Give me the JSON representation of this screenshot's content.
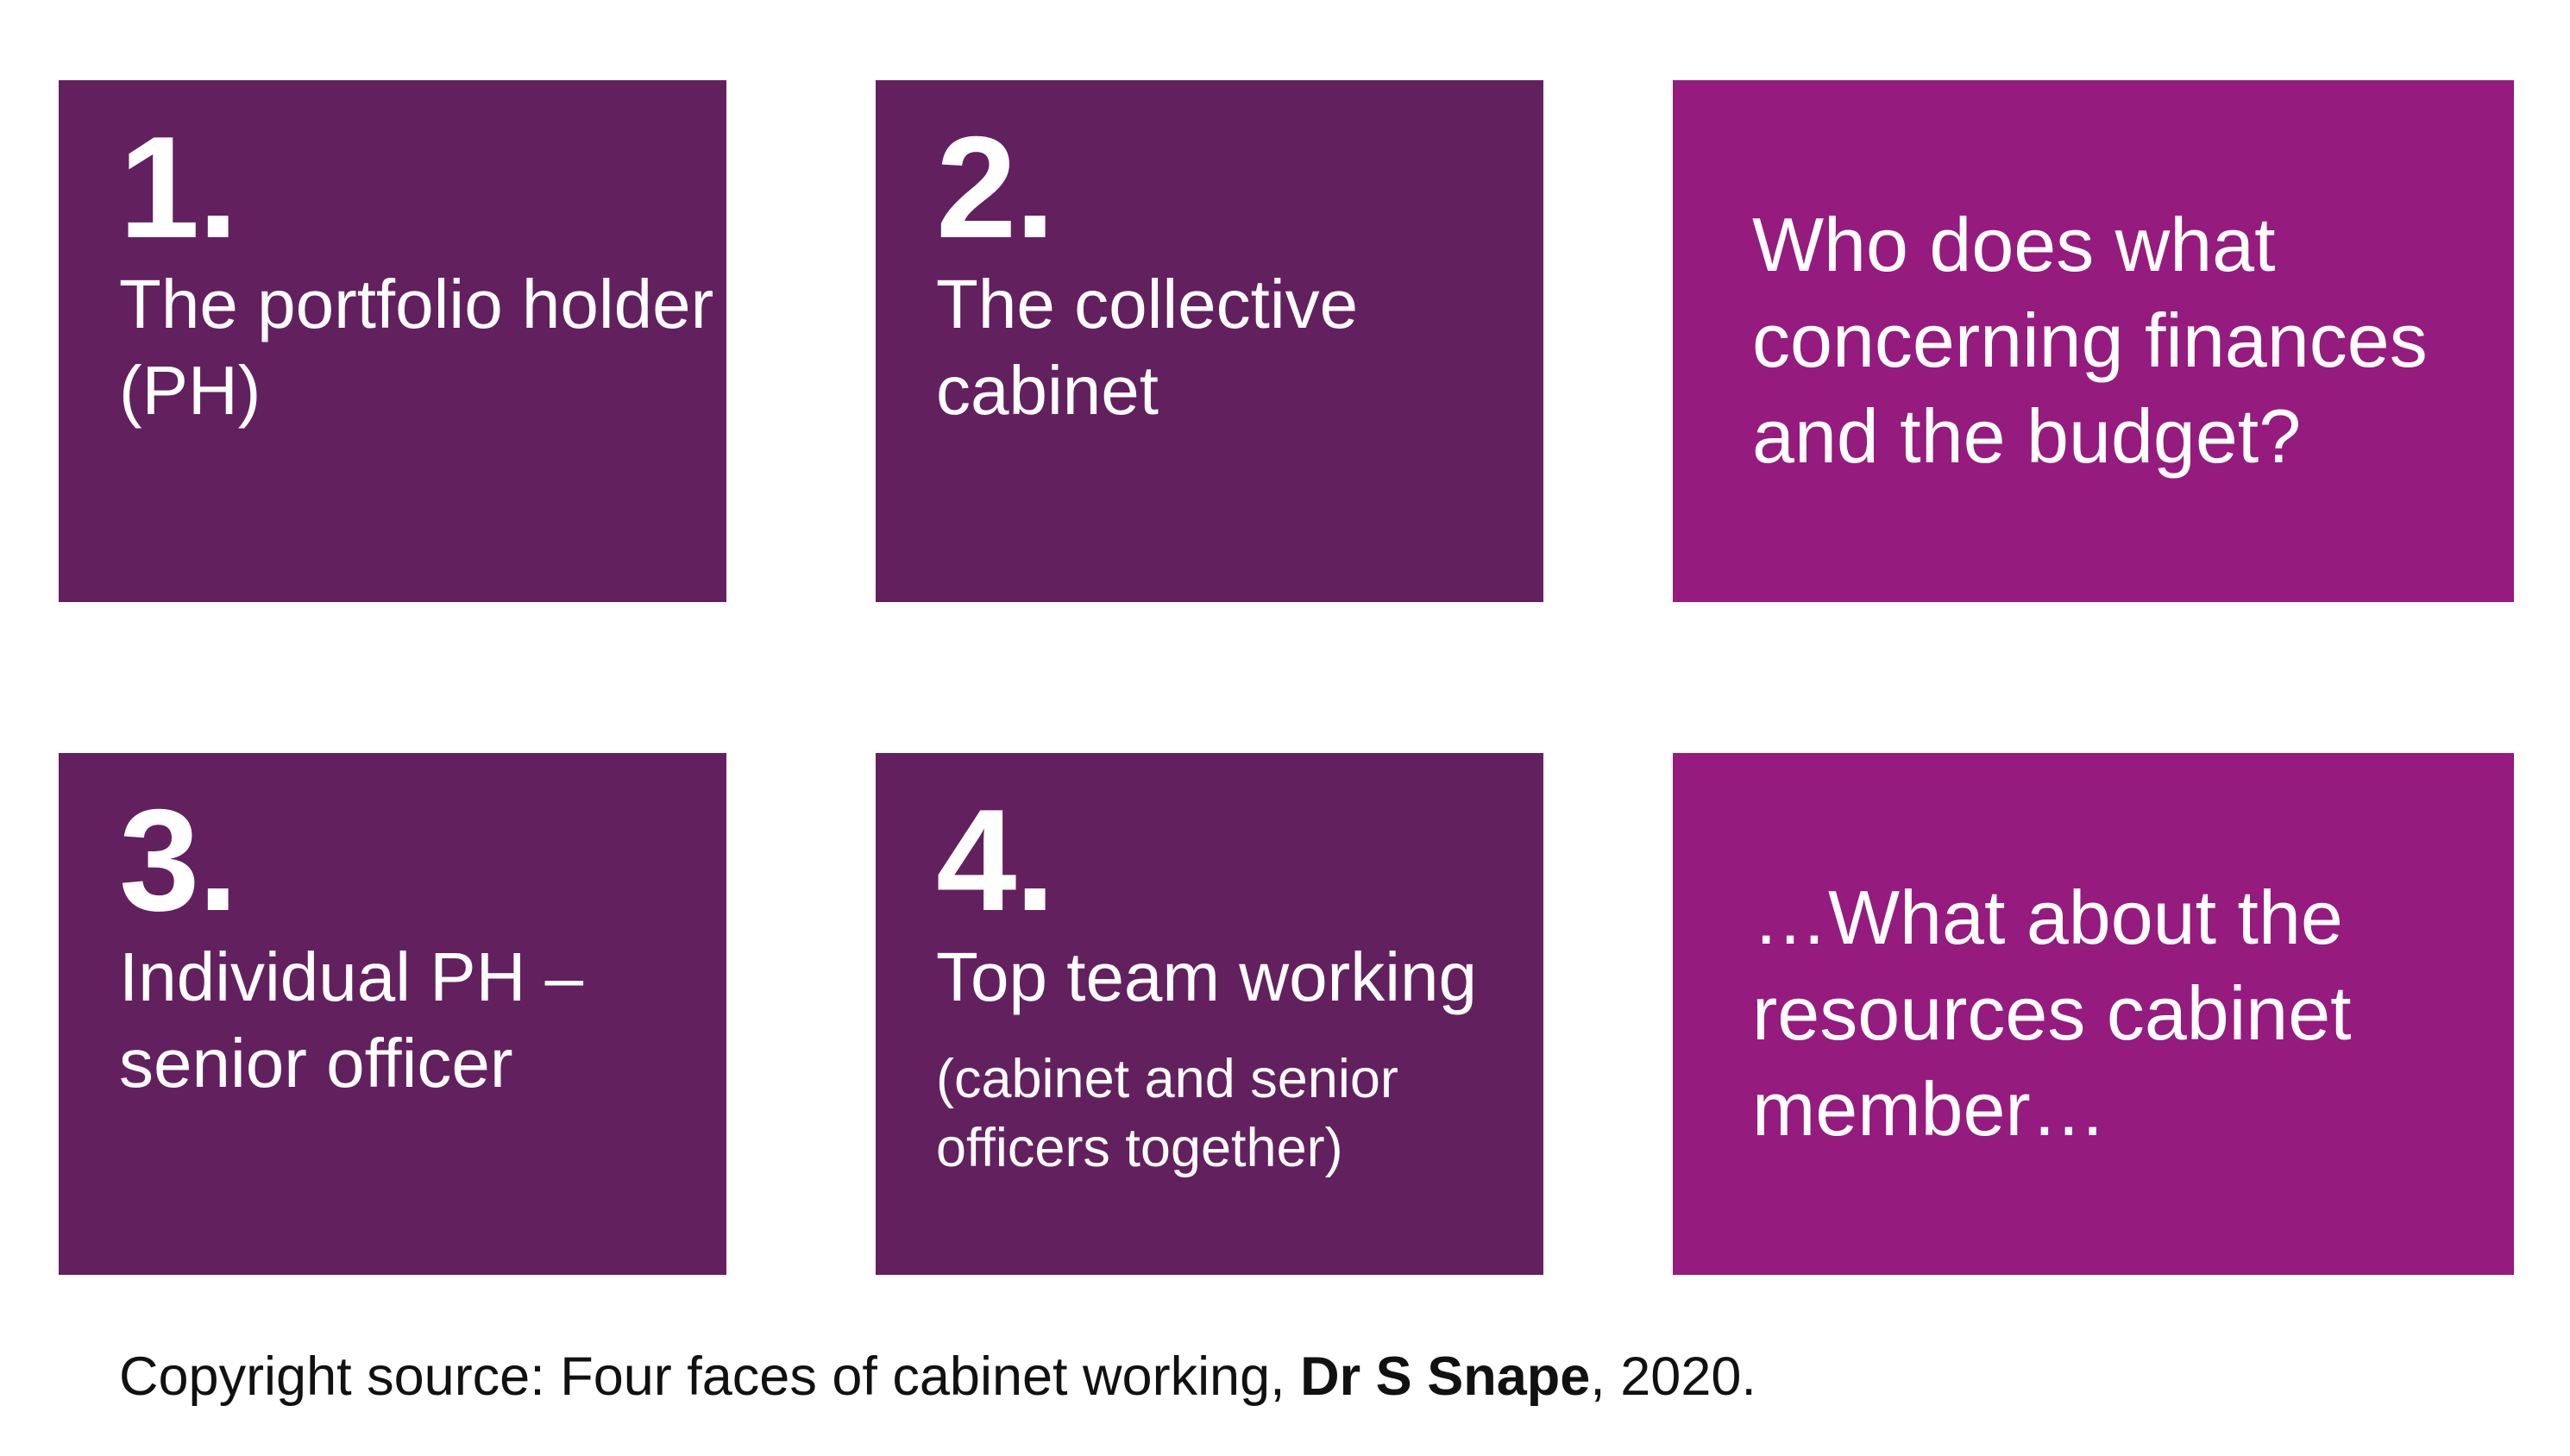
{
  "tiles": [
    {
      "number": "1.",
      "label": "The portfolio holder (PH)"
    },
    {
      "number": "2.",
      "label": "The collective cabinet"
    },
    {
      "question": "Who does what concerning finances and the budget?"
    },
    {
      "number": "3.",
      "label": "Individual PH – senior officer"
    },
    {
      "number": "4.",
      "label": "Top team working",
      "sublabel": "(cabinet and senior officers together)"
    },
    {
      "question": "…What about the resources cabinet member…"
    }
  ],
  "copyright": {
    "prefix": "Copyright source: Four faces of cabinet working, ",
    "author": "Dr S Snape",
    "suffix": ", 2020."
  },
  "colors": {
    "dark_tile": "#63205f",
    "bright_tile": "#951b7e",
    "text_on_tile": "#ffffff"
  }
}
